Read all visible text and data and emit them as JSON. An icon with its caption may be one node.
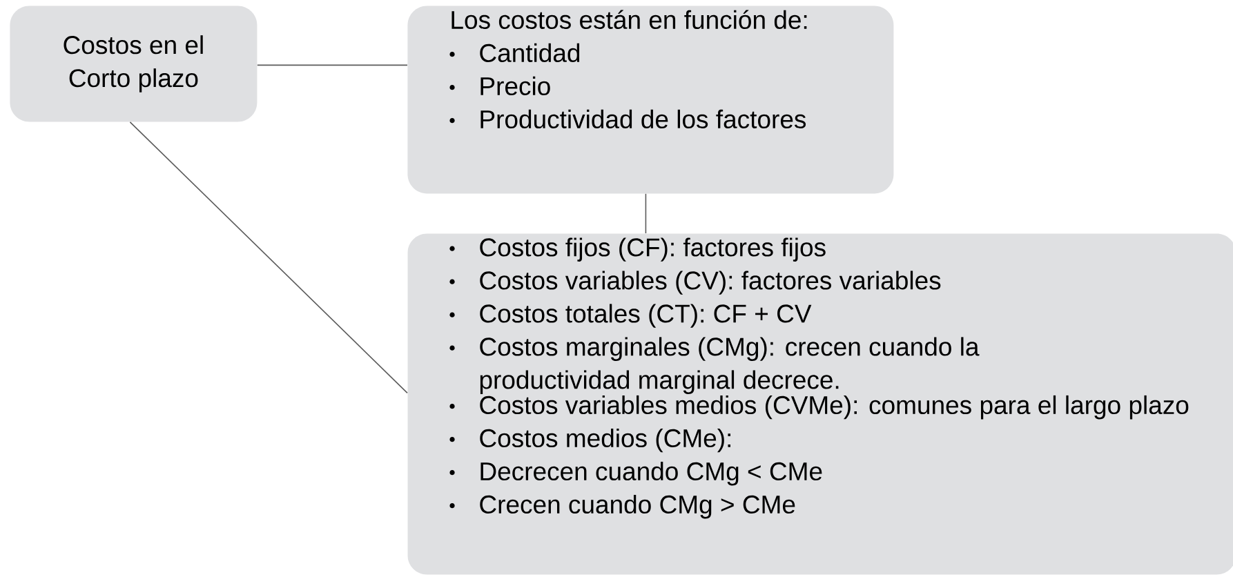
{
  "diagram": {
    "nodes": [
      {
        "text": [
          "Costos en el Corto plazo"
        ]
      },
      {
        "text": [
          "Los costos están en función de:",
          "Cantidad",
          "Precio",
          "Productividad de los factores"
        ]
      },
      {
        "text": [
          "Costos fijos (CF): factores fijos",
          "Costos variables (CV): factores variables",
          "Costos totales (CT): CF + CV",
          "Costos marginales (CMg): crecen cuando la productividad marginal decrece.",
          "Costos variables medios (CVMe): comunes para el largo plazo",
          "Costos medios (CMe):",
          "Decrecen cuando CMg < CMe",
          "Crecen cuando CMg > CMe"
        ]
      }
    ],
    "edges": [
      {
        "from": 0,
        "to": 1,
        "arrow": "none"
      },
      {
        "from": 1,
        "to": 2,
        "arrow": "none"
      },
      {
        "from": 0,
        "to": 2,
        "arrow": "none"
      }
    ]
  }
}
